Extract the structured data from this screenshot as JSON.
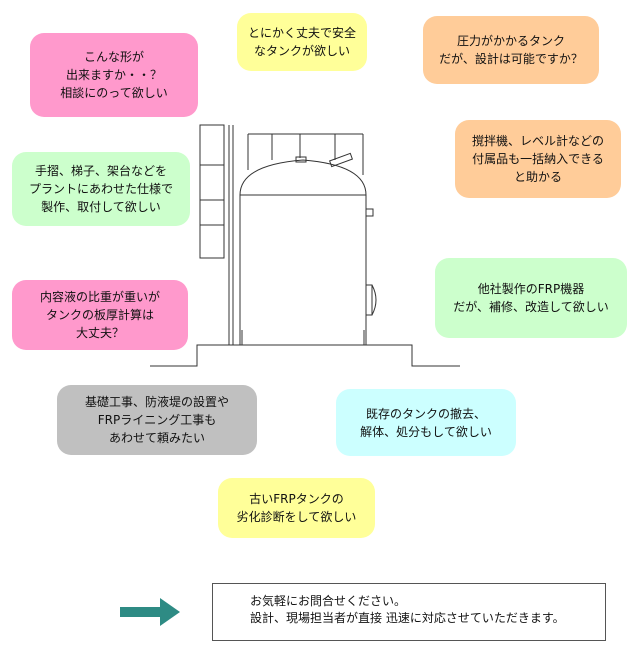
{
  "bubbles": [
    {
      "id": "b1",
      "name": "bubble-custom-shape",
      "text": "こんな形が\n出来ますか・・？\n相談にのって欲しい",
      "color": "#ff99cc"
    },
    {
      "id": "b2",
      "name": "bubble-sturdy-safe",
      "text": "とにかく丈夫で安全\nなタンクが欲しい",
      "color": "#ffff99"
    },
    {
      "id": "b3",
      "name": "bubble-pressure",
      "text": "圧力がかかるタンク\nだが、設計は可能ですか？",
      "color": "#ffcc99"
    },
    {
      "id": "b4",
      "name": "bubble-accessories-plant",
      "text": "手摺、梯子、架台などを\nプラントにあわせた仕様で\n製作、取付して欲しい",
      "color": "#ccffcc"
    },
    {
      "id": "b5",
      "name": "bubble-bulk-delivery",
      "text": "撹拌機、レベル計などの\n付属品も一括納入できる\nと助かる",
      "color": "#ffcc99"
    },
    {
      "id": "b6",
      "name": "bubble-thickness-calc",
      "text": "内容液の比重が重いが\nタンクの板厚計算は\n大丈夫？",
      "color": "#ff99cc"
    },
    {
      "id": "b7",
      "name": "bubble-repair-other-make",
      "text": "他社製作のFRP機器\nだが、補修、改造して欲しい",
      "color": "#ccffcc"
    },
    {
      "id": "b8",
      "name": "bubble-foundation-work",
      "text": "基礎工事、防液堤の設置や\nFRPライニング工事も\nあわせて頼みたい",
      "color": "#c0c0c0"
    },
    {
      "id": "b9",
      "name": "bubble-removal-disposal",
      "text": "既存のタンクの撤去、\n解体、処分もして欲しい",
      "color": "#ccffff"
    },
    {
      "id": "b10",
      "name": "bubble-deterioration-diagnosis",
      "text": "古いFRPタンクの\n劣化診断をして欲しい",
      "color": "#ffff99"
    }
  ],
  "contact": {
    "line1": "お気軽にお問合せください。",
    "line2": "設計、現場担当者が直接 迅速に対応させていただきます。"
  },
  "colors": {
    "arrow": "#2e8b84",
    "line": "#333333"
  },
  "icons": {
    "tank": "tank-icon",
    "arrow": "arrow-right-icon"
  }
}
